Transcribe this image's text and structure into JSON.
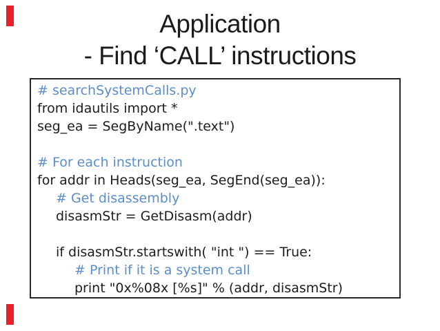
{
  "slide": {
    "title_line1": "Application",
    "title_line2": "- Find ‘CALL’ instructions",
    "accent_color": "#e8222b",
    "title_color": "#1b1b1b"
  },
  "code_block": {
    "comment_color": "#5b8dc9",
    "code_color": "#1c1c1c",
    "border_color": "#262626",
    "lines": [
      {
        "text": "# searchSystemCalls.py",
        "type": "comment",
        "indent": 0
      },
      {
        "text": "from idautils import *",
        "type": "code",
        "indent": 0
      },
      {
        "text": "seg_ea = SegByName(\".text\")",
        "type": "code",
        "indent": 0
      },
      {
        "text": "",
        "type": "blank",
        "indent": 0
      },
      {
        "text": "# For each instruction",
        "type": "comment",
        "indent": 0
      },
      {
        "text": "for addr in Heads(seg_ea, SegEnd(seg_ea)):",
        "type": "code",
        "indent": 0
      },
      {
        "text": "# Get disassembly",
        "type": "comment",
        "indent": 1
      },
      {
        "text": "disasmStr = GetDisasm(addr)",
        "type": "code",
        "indent": 1
      },
      {
        "text": "",
        "type": "blank",
        "indent": 0
      },
      {
        "text": "if disasmStr.startswith( \"int \") == True:",
        "type": "code",
        "indent": 1
      },
      {
        "text": "# Print if it is a system call",
        "type": "comment",
        "indent": 2
      },
      {
        "text": "print \"0x%08x [%s]\" % (addr, disasmStr)",
        "type": "code",
        "indent": 2
      }
    ]
  }
}
